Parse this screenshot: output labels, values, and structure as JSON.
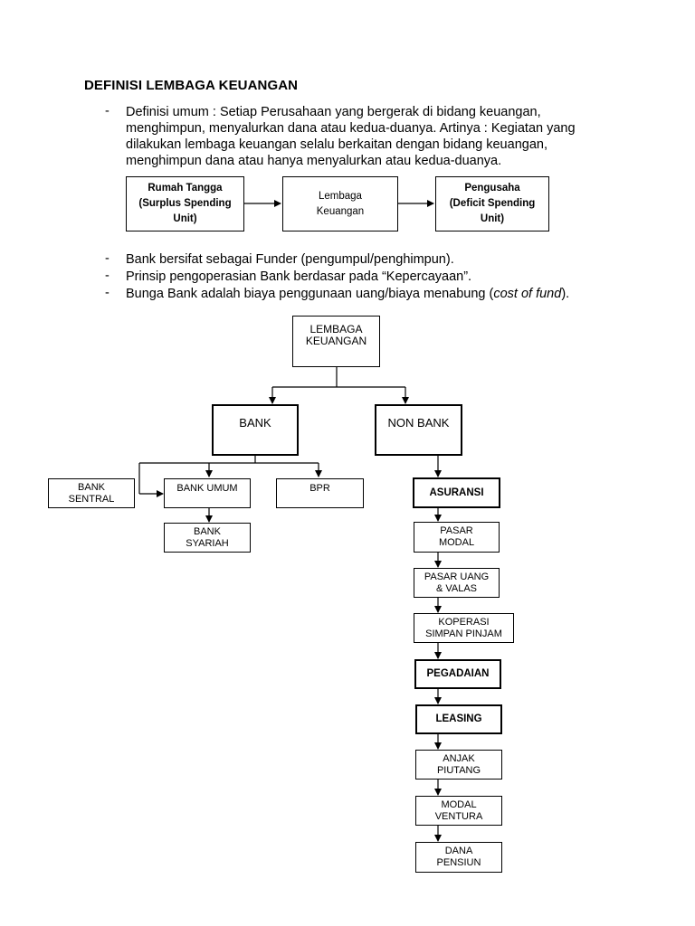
{
  "title": "DEFINISI LEMBAGA KEUANGAN",
  "definition": {
    "lines": [
      "Definisi umum : Setiap Perusahaan yang bergerak di bidang keuangan,",
      "menghimpun, menyalurkan dana atau kedua-duanya. Artinya : Kegiatan yang",
      "dilakukan lembaga keuangan selalu berkaitan dengan bidang keuangan,",
      "menghimpun dana atau hanya menyalurkan atau kedua-duanya."
    ]
  },
  "flow": {
    "left": [
      "Rumah Tangga",
      "(Surplus Spending",
      "Unit)"
    ],
    "middle": [
      "Lembaga",
      "Keuangan"
    ],
    "right": [
      "Pengusaha",
      "(Deficit Spending",
      "Unit)"
    ]
  },
  "bullets": {
    "b1": "Bank bersifat sebagai Funder (pengumpul/penghimpun).",
    "b2": "Prinsip pengoperasian Bank berdasar pada “Kepercayaan”.",
    "b3_pre": "Bunga Bank adalah biaya penggunaan uang/biaya menabung (",
    "b3_ital": "cost of fund",
    "b3_post": ")."
  },
  "org": {
    "root": [
      "LEMBAGA",
      "KEUANGAN"
    ],
    "bank": "BANK",
    "nonbank": "NON BANK",
    "bank_sentral": [
      "BANK",
      "SENTRAL"
    ],
    "bank_umum": "BANK UMUM",
    "bpr": "BPR",
    "bank_syariah": [
      "BANK",
      "SYARIAH"
    ],
    "asuransi": "ASURANSI",
    "pasar_modal": [
      "PASAR",
      "MODAL"
    ],
    "pasar_uang": [
      "PASAR UANG",
      "& VALAS"
    ],
    "koperasi": [
      "KOPERASI",
      "SIMPAN PINJAM"
    ],
    "pegadaian": "PEGADAIAN",
    "leasing": "LEASING",
    "anjak": [
      "ANJAK",
      "PIUTANG"
    ],
    "modal_ventura": [
      "MODAL",
      "VENTURA"
    ],
    "dana_pensiun": [
      "DANA",
      "PENSIUN"
    ]
  }
}
